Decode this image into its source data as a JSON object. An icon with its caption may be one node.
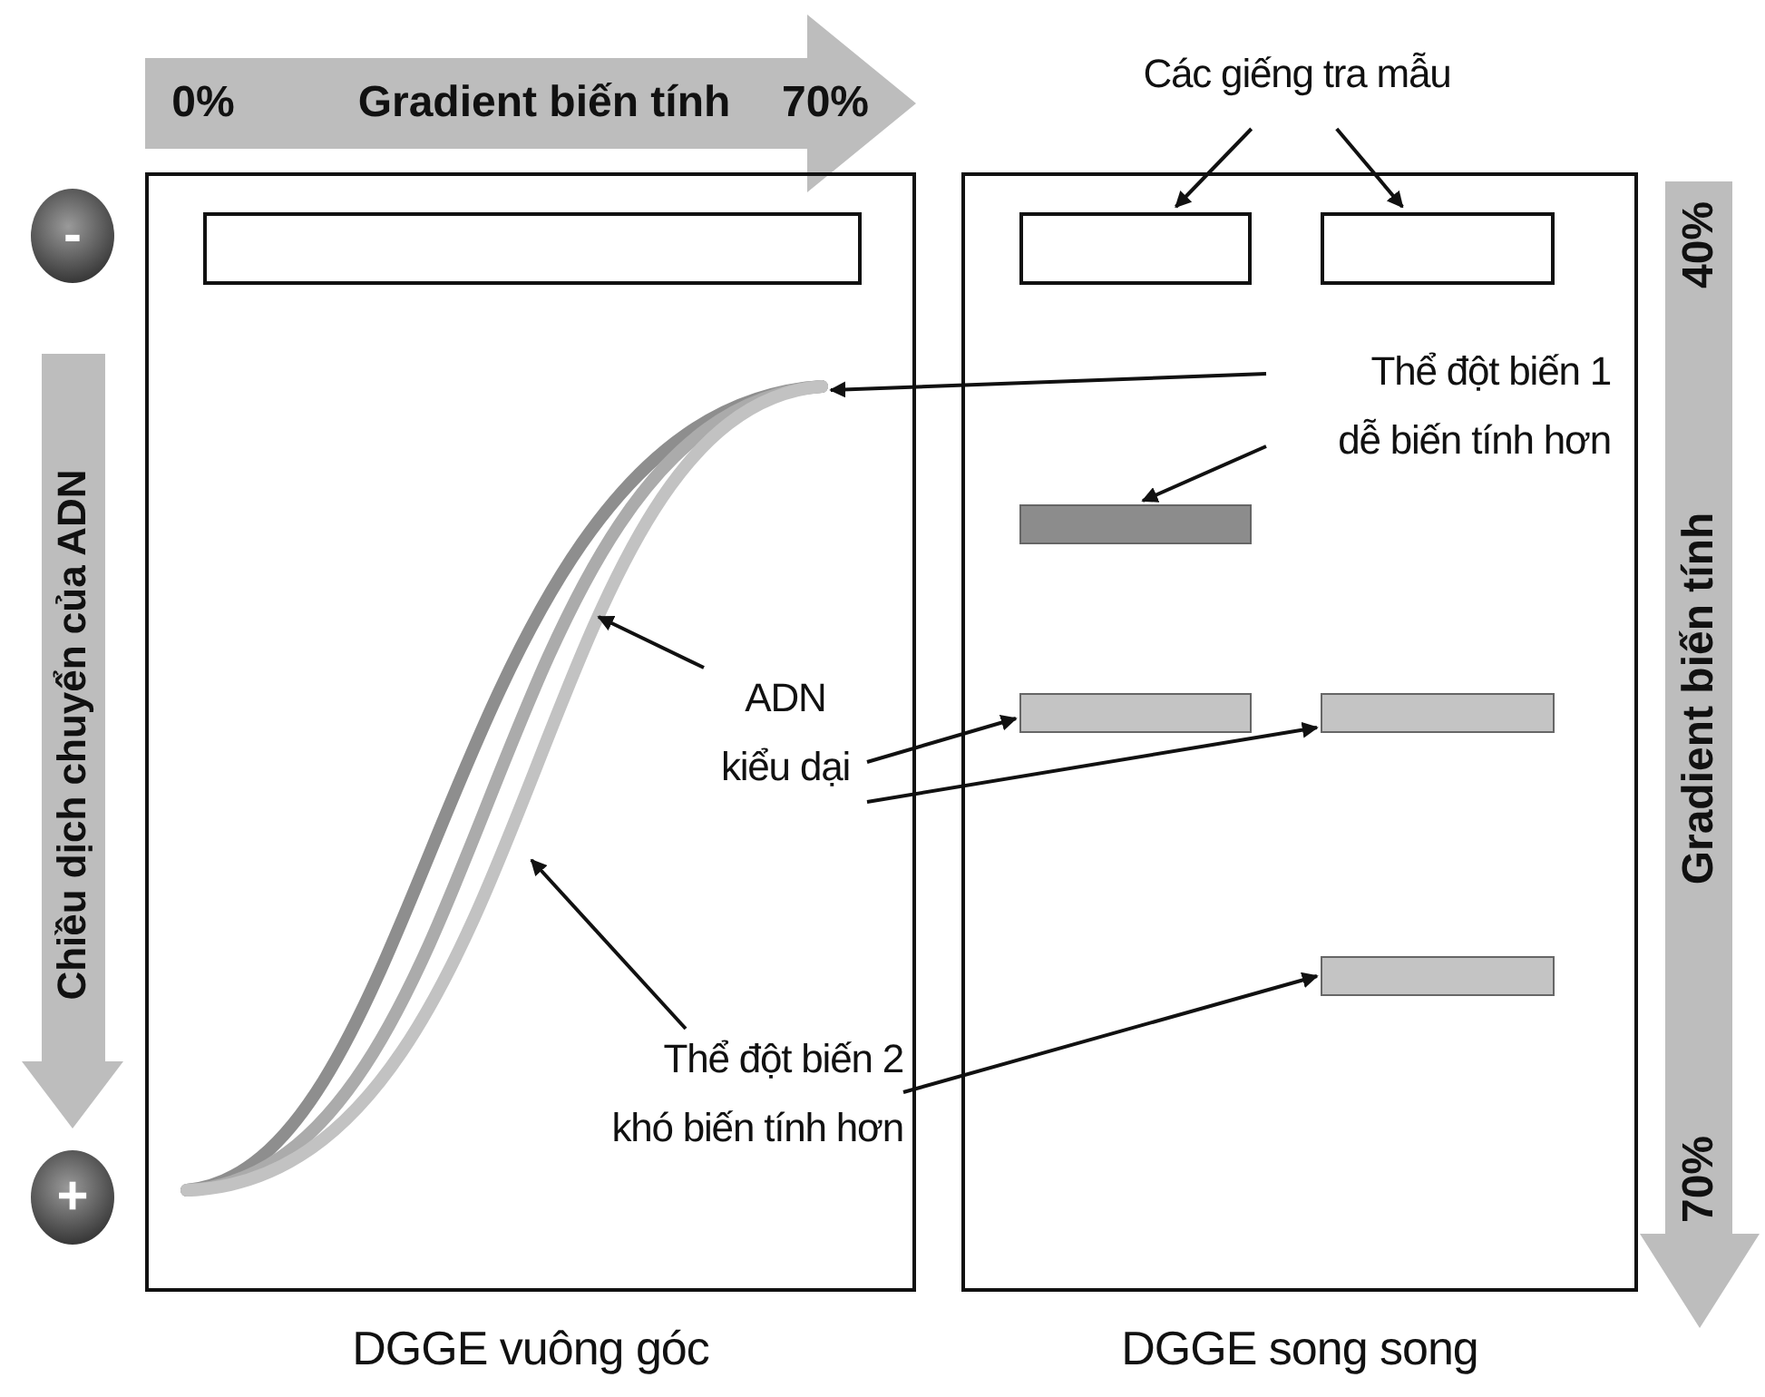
{
  "diagram": {
    "nodes": [
      {
        "text": [],
        "shape": "box",
        "beside": [
          "DGGE vuông góc"
        ]
      },
      {
        "text": [],
        "shape": "box",
        "beside": [
          "DGGE song song"
        ]
      },
      {
        "text": [],
        "shape": "box",
        "in": 0
      },
      {
        "text": [],
        "shape": "box",
        "in": 1
      },
      {
        "text": [],
        "shape": "box",
        "in": 1
      },
      {
        "text": [
          "Các giếng tra mẫu"
        ]
      },
      {
        "text": [
          "Thể đột biến 1 dễ biến tính hơn"
        ],
        "in": 1
      },
      {
        "text": [],
        "shape": "bar",
        "in": 1
      },
      {
        "text": [],
        "shape": "bar",
        "in": 1
      },
      {
        "text": [],
        "shape": "bar",
        "in": 1
      },
      {
        "text": [],
        "shape": "bar",
        "in": 1
      },
      {
        "text": [
          "ADN kiểu dại"
        ],
        "in": 0
      },
      {
        "text": [
          "Thể đột biến 2 khó biến tính hơn"
        ],
        "in": 0
      },
      {
        "text": [],
        "shape": "curve",
        "in": 0
      }
    ],
    "edges": [
      {
        "from": 5,
        "to": 3,
        "arrow": "to"
      },
      {
        "from": 5,
        "to": 4,
        "arrow": "to"
      },
      {
        "from": 6,
        "to": 13,
        "arrow": "to"
      },
      {
        "from": 6,
        "to": 7,
        "arrow": "to"
      },
      {
        "from": 11,
        "to": 13,
        "arrow": "to"
      },
      {
        "from": 11,
        "to": 8,
        "arrow": "to"
      },
      {
        "from": 11,
        "to": 9,
        "arrow": "to"
      },
      {
        "from": 12,
        "to": 13,
        "arrow": "to"
      },
      {
        "from": 12,
        "to": 10,
        "arrow": "to"
      }
    ],
    "labels": [
      "0%",
      "Gradient biến tính",
      "70%",
      "-",
      "Chiều dịch chuyển của ADN",
      "+",
      "40%",
      "Gradient biến tính",
      "70%"
    ]
  }
}
